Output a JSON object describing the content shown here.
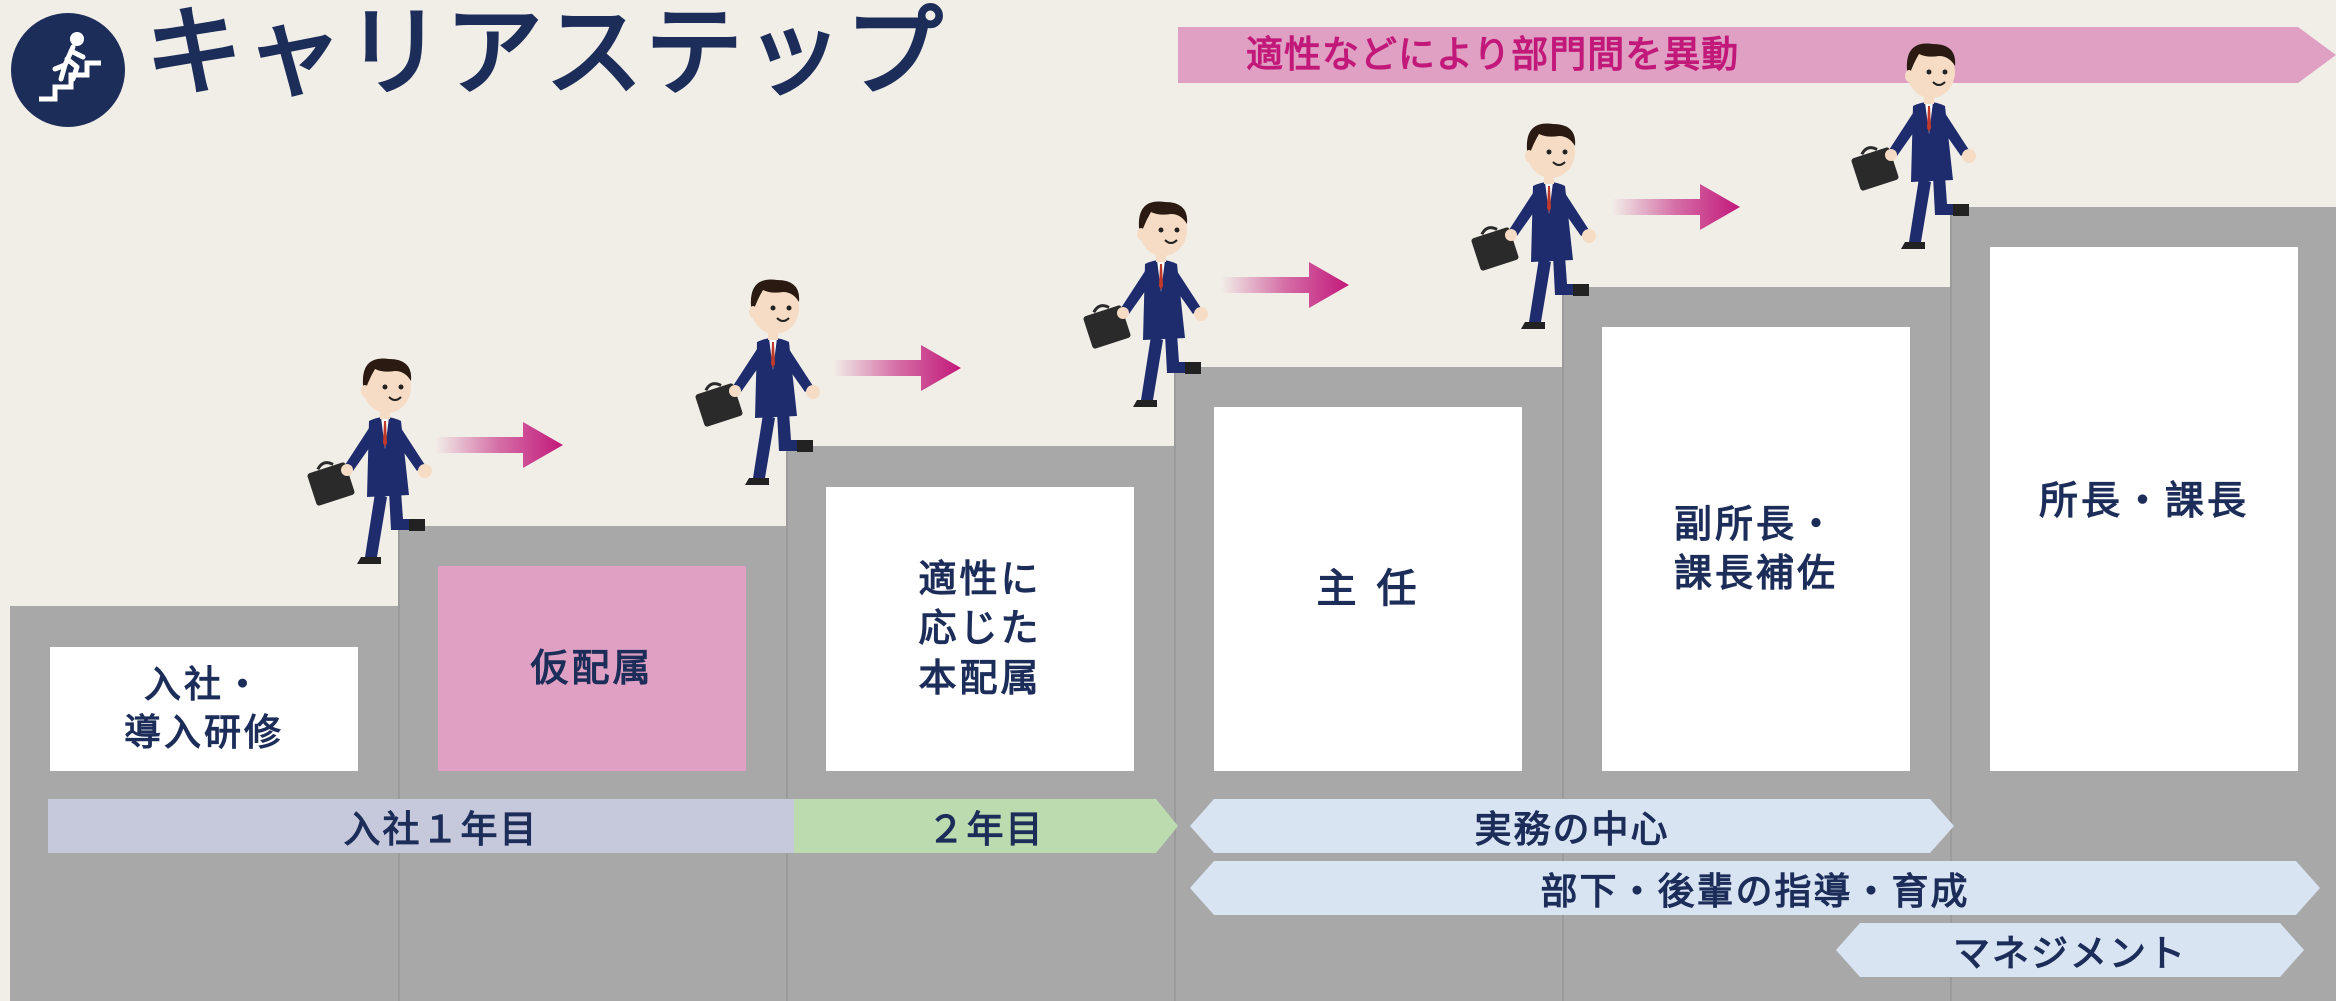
{
  "header": {
    "icon": "person-climbing-stairs-icon",
    "title": "キャリアステップ"
  },
  "banner": {
    "text": "適性などにより部門間を異動",
    "color": "#dfa0c3",
    "text_color": "#c2187a"
  },
  "steps": [
    {
      "label": "入社・\n導入研修",
      "style": "white"
    },
    {
      "label": "仮配属",
      "style": "pink"
    },
    {
      "label": "適性に\n応じた\n本配属",
      "style": "white"
    },
    {
      "label": "主 任",
      "style": "white"
    },
    {
      "label": "副所長・\n課長補佐",
      "style": "white"
    },
    {
      "label": "所長・課長",
      "style": "white"
    }
  ],
  "periods": [
    {
      "label": "入社１年目",
      "color": "#c6c8dc"
    },
    {
      "label": "２年目",
      "color": "#bcdbaf"
    },
    {
      "label": "実務の中心",
      "color": "#d9e4f3"
    },
    {
      "label": "部下・後輩の指導・育成",
      "color": "#d9e4f3"
    },
    {
      "label": "マネジメント",
      "color": "#d9e4f3"
    }
  ],
  "figures": {
    "icon": "businessman-walking-icon",
    "arrow_icon": "right-arrow-icon",
    "count": 5
  },
  "colors": {
    "background": "#f1eee8",
    "stairs": "#a8a8a8",
    "navy": "#1c2d5a",
    "pink": "#dfa0c3",
    "accent_pink": "#c2187a"
  }
}
